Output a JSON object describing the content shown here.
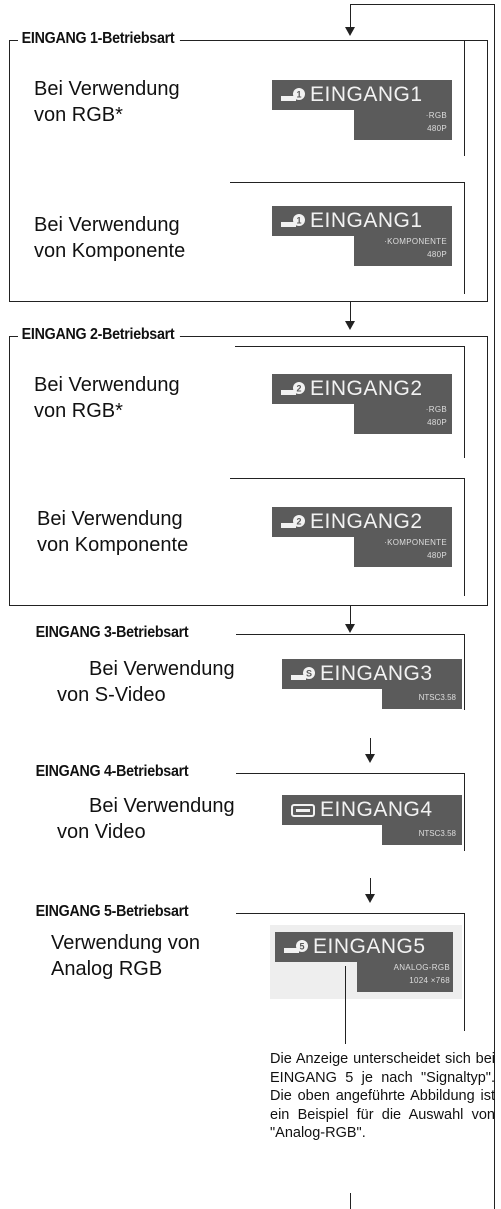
{
  "sections": [
    {
      "heading": "EINGANG 1-Betriebsart",
      "items": [
        {
          "label_line1": "Bei Verwendung",
          "label_line2": "von RGB*",
          "osd_title": "EINGANG1",
          "osd_line1": "·RGB",
          "osd_line2": "480P",
          "icon": "input-1-icon"
        },
        {
          "label_line1": "Bei Verwendung",
          "label_line2": "von Komponente",
          "osd_title": "EINGANG1",
          "osd_line1": "·KOMPONENTE",
          "osd_line2": "480P",
          "icon": "input-1-icon"
        }
      ]
    },
    {
      "heading": "EINGANG 2-Betriebsart",
      "items": [
        {
          "label_line1": "Bei Verwendung",
          "label_line2": "von RGB*",
          "osd_title": "EINGANG2",
          "osd_line1": "·RGB",
          "osd_line2": "480P",
          "icon": "input-2-icon"
        },
        {
          "label_line1": "Bei Verwendung",
          "label_line2": "von Komponente",
          "osd_title": "EINGANG2",
          "osd_line1": "·KOMPONENTE",
          "osd_line2": "480P",
          "icon": "input-2-icon"
        }
      ]
    },
    {
      "heading": "EINGANG 3-Betriebsart",
      "items": [
        {
          "label_line1": "Bei Verwendung",
          "label_line2": "von S-Video",
          "osd_title": "EINGANG3",
          "osd_line1": "NTSC3.58",
          "icon": "s-video-icon"
        }
      ]
    },
    {
      "heading": "EINGANG 4-Betriebsart",
      "items": [
        {
          "label_line1": "Bei Verwendung",
          "label_line2": "von Video",
          "osd_title": "EINGANG4",
          "osd_line1": "NTSC3.58",
          "icon": "video-icon"
        }
      ]
    },
    {
      "heading": "EINGANG 5-Betriebsart",
      "items": [
        {
          "label_line1": "Verwendung von",
          "label_line2": "Analog RGB",
          "osd_title": "EINGANG5",
          "osd_line1": "ANALOG-RGB",
          "osd_line2": "1024 ×768",
          "icon": "input-5-icon"
        }
      ]
    }
  ],
  "note": "Die Anzeige unterscheidet sich bei EINGANG 5 je nach \"Signaltyp\". Die oben angeführte Abbildung ist ein Beispiel für die Auswahl von \"Analog-RGB\"."
}
